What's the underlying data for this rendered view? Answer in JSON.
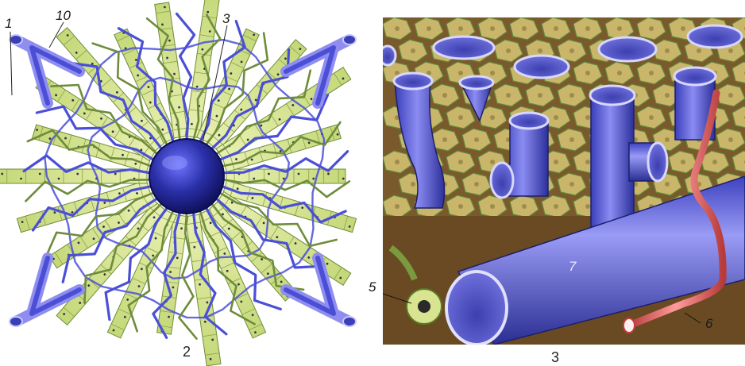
{
  "left_panel": {
    "figure_number": "2",
    "labels": {
      "l1": "1",
      "l10": "10",
      "l3": "3"
    }
  },
  "right_panel": {
    "figure_number": "3",
    "labels": {
      "l5": "5",
      "l7": "7",
      "l6": "6"
    }
  },
  "colors": {
    "vein_blue": "#4a4fd6",
    "vein_light": "#8f8ef0",
    "duct_green": "#6e8c3a",
    "cell_yellow": "#d9e69a",
    "hepatocyte": "#c9b66a",
    "artery_red": "#e05a5a",
    "bg_brown": "#7a5a2c"
  }
}
